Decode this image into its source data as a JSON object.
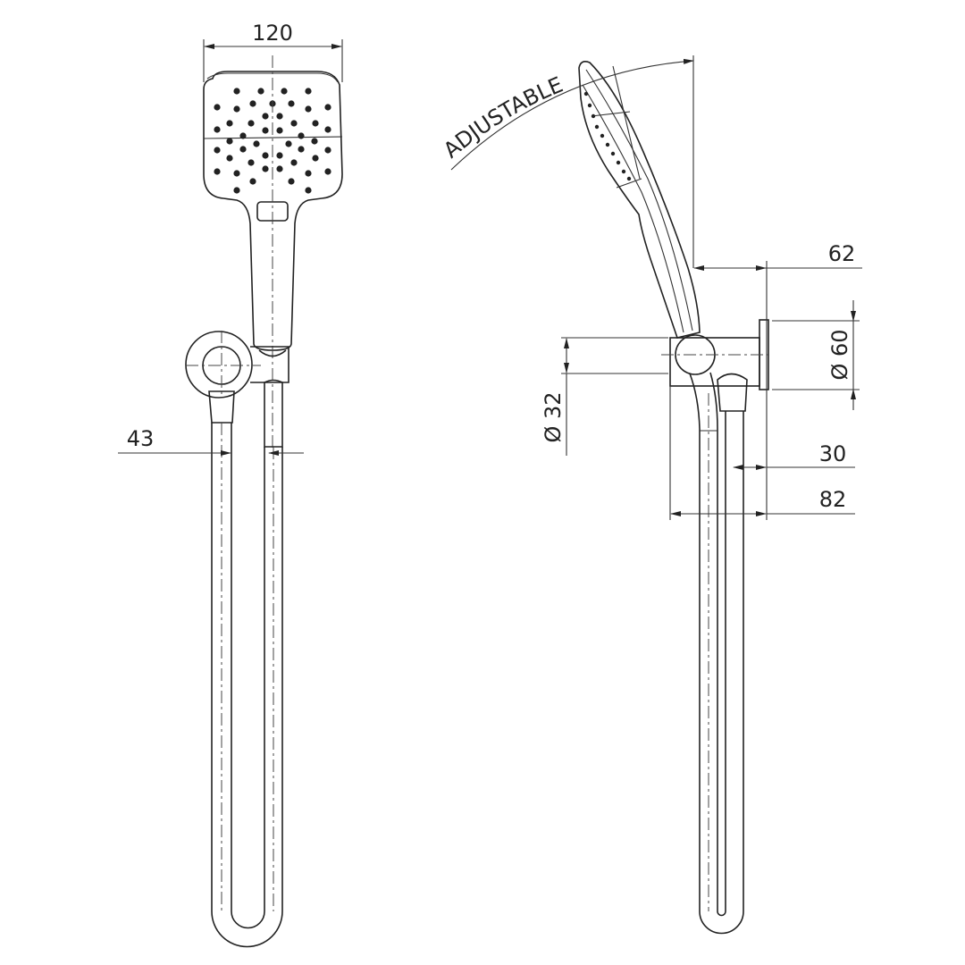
{
  "front_view": {
    "width_label": "120",
    "offset_label": "43"
  },
  "side_view": {
    "adjustable_label": "ADJUSTABLE",
    "projection_label": "62",
    "plate_diameter_label": "Ø 60",
    "ball_diameter_label": "Ø 32",
    "hose_offset_label": "30",
    "depth_label": "82"
  },
  "colors": {
    "line": "#222222",
    "background": "#ffffff"
  }
}
